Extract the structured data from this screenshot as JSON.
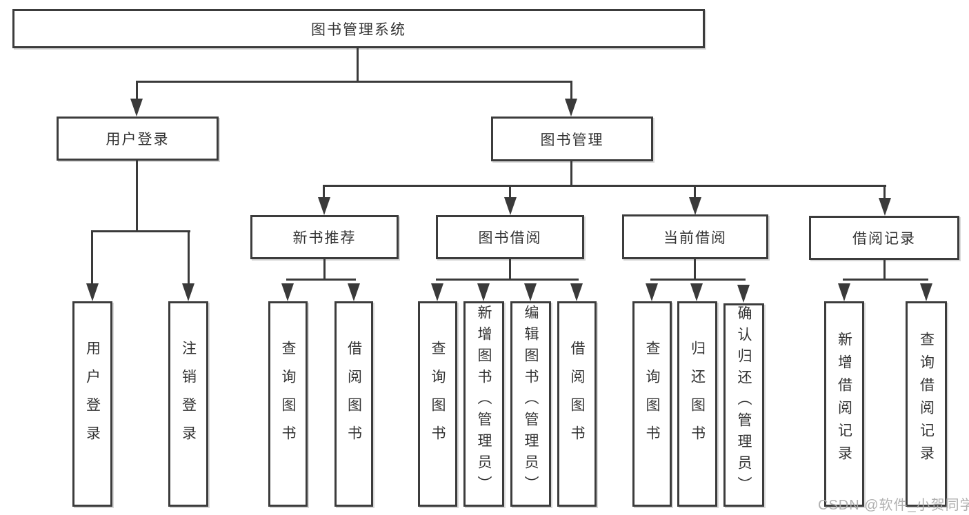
{
  "diagram": {
    "title": "图书管理系统",
    "level1": {
      "user_login": "用户登录",
      "book_management": "图书管理"
    },
    "level2": {
      "new_book_recommend": "新书推荐",
      "book_borrow": "图书借阅",
      "current_borrow": "当前借阅",
      "borrow_records": "借阅记录"
    },
    "leaves": {
      "login": [
        "用户登录",
        "注销登录"
      ],
      "new_book": [
        "查询图书",
        "借阅图书"
      ],
      "borrow": [
        "查询图书",
        "新增图书（管理员）",
        "编辑图书（管理员）",
        "借阅图书"
      ],
      "current": [
        "查询图书",
        "归还图书",
        "确认归还（管理员）"
      ],
      "records": [
        "新增借阅记录",
        "查询借阅记录"
      ]
    },
    "colors": {
      "line": "#3a3a3a",
      "border": "#3c3c3c",
      "text": "#333333",
      "watermark": "#acacac",
      "background": "#ffffff"
    }
  },
  "watermark": {
    "text": "CSDN @软件_小贺同学"
  }
}
